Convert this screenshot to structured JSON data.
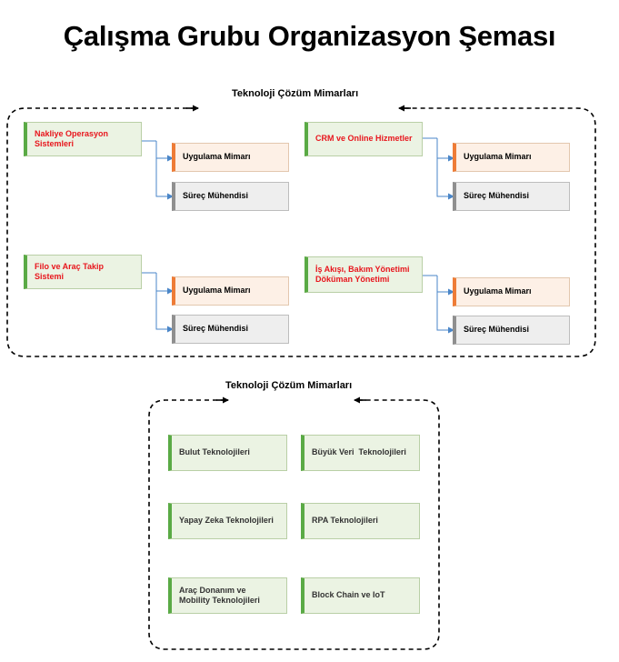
{
  "title": "Çalışma Grubu Organizasyon Şeması",
  "group1": {
    "label": "Teknoloji Çözüm Mimarları",
    "systems": [
      {
        "name": "Nakliye Operasyon Sistemleri",
        "roles": [
          "Uygulama Mimarı",
          "Süreç Mühendisi"
        ]
      },
      {
        "name": "CRM ve Online Hizmetler",
        "roles": [
          "Uygulama Mimarı",
          "Süreç Mühendisi"
        ]
      },
      {
        "name": "Filo ve Araç Takip Sistemi",
        "roles": [
          "Uygulama Mimarı",
          "Süreç Mühendisi"
        ]
      },
      {
        "name": "İş Akışı, Bakım Yönetimi Döküman Yönetimi",
        "roles": [
          "Uygulama Mimarı",
          "Süreç Mühendisi"
        ]
      }
    ]
  },
  "group2": {
    "label": "Teknoloji Çözüm Mimarları",
    "items": [
      "Bulut Teknolojileri",
      "Büyük Veri  Teknolojileri",
      "Yapay Zeka Teknolojileri",
      "RPA Teknolojileri",
      "Araç Donanım ve Mobility Teknolojileri",
      "Block Chain ve IoT"
    ]
  },
  "colors": {
    "system_text": "#e8161d",
    "green_accent": "#5aaa45",
    "orange_accent": "#ee7c37",
    "gray_accent": "#8f8f8f",
    "connector": "#4a86c8"
  }
}
